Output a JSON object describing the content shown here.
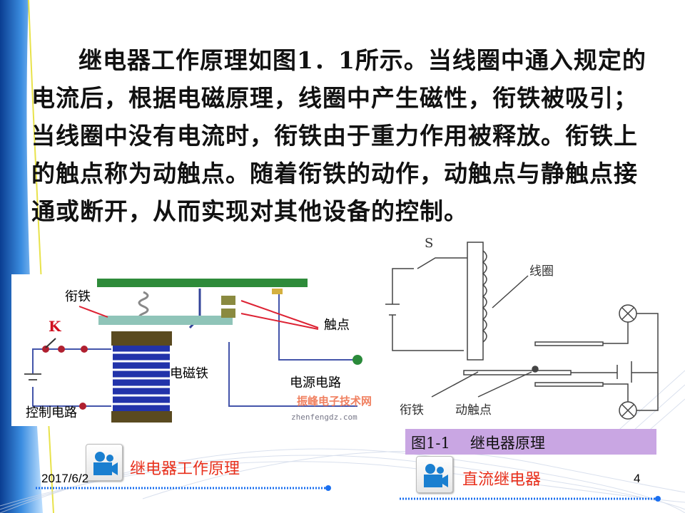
{
  "paragraph": "继电器工作原理如图1．1所示。当线圈中通入规定的电流后，根据电磁原理，线圈中产生磁性，衔铁被吸引；当线圈中没有电流时，衔铁由于重力作用被释放。衔铁上的触点称为动触点。随着衔铁的动作，动触点与静触点接通或断开，从而实现对其他设备的控制。",
  "left_figure": {
    "armature": "衔铁",
    "switch": "K",
    "contacts": "触点",
    "electromagnet": "电磁铁",
    "power_circuit": "电源电路",
    "control_circuit": "控制电路",
    "watermark_cn": "振峰电子技术网",
    "watermark_url": "zhenfengdz.com"
  },
  "right_figure": {
    "switch": "S",
    "coil": "线圈",
    "armature": "衔铁",
    "moving_contact": "动触点"
  },
  "caption": {
    "num": "图1-1",
    "title": "继电器原理"
  },
  "links": [
    {
      "label": "继电器工作原理",
      "icon": "video-camera-icon"
    },
    {
      "label": "直流继电器",
      "icon": "video-camera-icon"
    }
  ],
  "footer": {
    "date": "2017/6/2",
    "page": "4"
  },
  "colors": {
    "link": "#e8301c",
    "caption_bg": "#c9a6e3",
    "accent": "#1565c0"
  }
}
